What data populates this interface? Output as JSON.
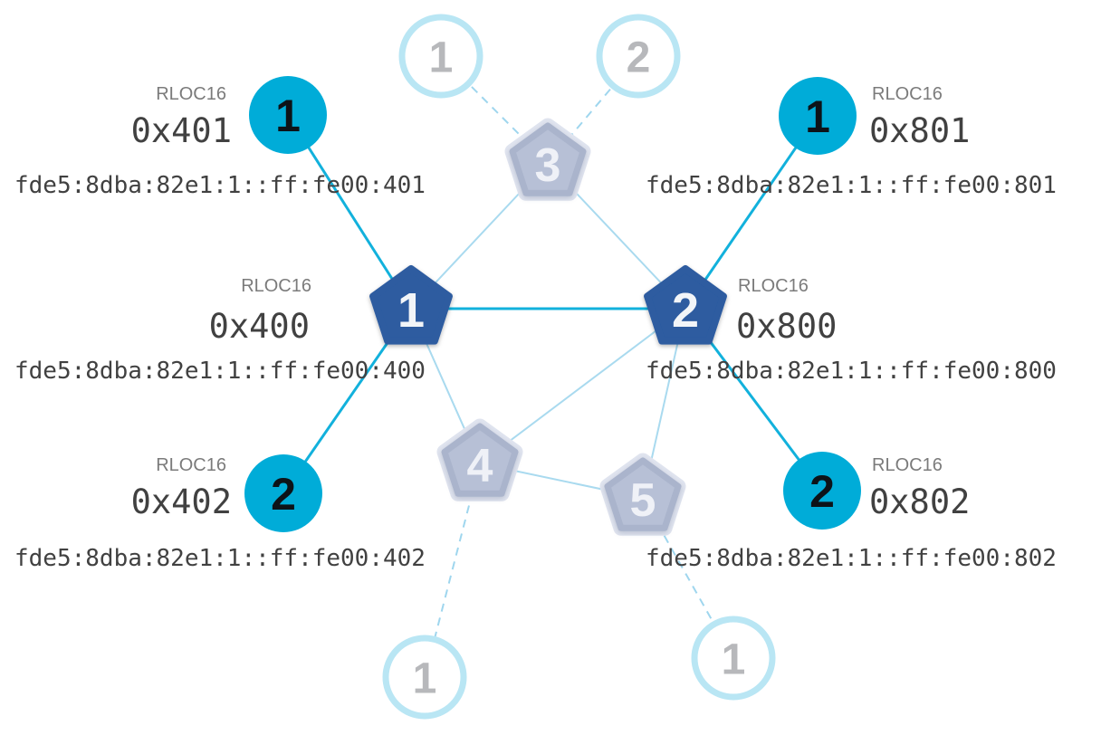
{
  "diagram": {
    "type": "thread-network-topology",
    "rloc16_label": "RLOC16",
    "routers": [
      {
        "number": "1",
        "rloc16": "0x400",
        "ipv6": "fde5:8dba:82e1:1::ff:fe00:400"
      },
      {
        "number": "2",
        "rloc16": "0x800",
        "ipv6": "fde5:8dba:82e1:1::ff:fe00:800"
      }
    ],
    "children": [
      {
        "number": "1",
        "rloc16": "0x401",
        "ipv6": "fde5:8dba:82e1:1::ff:fe00:401"
      },
      {
        "number": "2",
        "rloc16": "0x402",
        "ipv6": "fde5:8dba:82e1:1::ff:fe00:402"
      },
      {
        "number": "1",
        "rloc16": "0x801",
        "ipv6": "fde5:8dba:82e1:1::ff:fe00:801"
      },
      {
        "number": "2",
        "rloc16": "0x802",
        "ipv6": "fde5:8dba:82e1:1::ff:fe00:802"
      }
    ],
    "faded_routers": [
      {
        "number": "3"
      },
      {
        "number": "4"
      },
      {
        "number": "5"
      }
    ],
    "faded_children": [
      {
        "number": "1"
      },
      {
        "number": "2"
      },
      {
        "number": "1"
      },
      {
        "number": "1"
      }
    ],
    "colors": {
      "router_fill": "#2d5ba0",
      "child_fill": "#00acd8",
      "active_link": "#12b1dc",
      "faded_link": "#a9daef",
      "faded_router_fill": "#b7c0d6",
      "faded_child_border": "#b9e6f4",
      "label_muted": "#7b7b7b",
      "label_text": "#414141"
    }
  }
}
